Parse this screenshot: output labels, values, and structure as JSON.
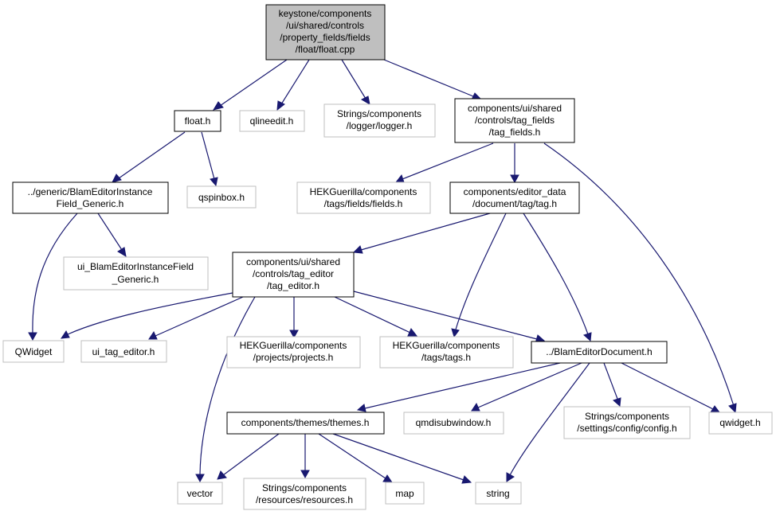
{
  "colors": {
    "edge": "#191970",
    "root_fill": "#bfbfbf",
    "node_border": "#000000",
    "external_border": "#bfbfbf"
  },
  "nodes": {
    "root": [
      "keystone/components",
      "/ui/shared/controls",
      "/property_fields/fields",
      "/float/float.cpp"
    ],
    "float_h": [
      "float.h"
    ],
    "qlineedit_h": [
      "qlineedit.h"
    ],
    "logger_h": [
      "Strings/components",
      "/logger/logger.h"
    ],
    "tag_fields_h": [
      "components/ui/shared",
      "/controls/tag_fields",
      "/tag_fields.h"
    ],
    "field_generic_h": [
      "../generic/BlamEditorInstance",
      "Field_Generic.h"
    ],
    "qspinbox_h": [
      "qspinbox.h"
    ],
    "fields_h": [
      "HEKGuerilla/components",
      "/tags/fields/fields.h"
    ],
    "tag_h": [
      "components/editor_data",
      "/document/tag/tag.h"
    ],
    "ui_field_generic_h": [
      "ui_BlamEditorInstanceField",
      "_Generic.h"
    ],
    "tag_editor_h": [
      "components/ui/shared",
      "/controls/tag_editor",
      "/tag_editor.h"
    ],
    "qwidget_cap": [
      "QWidget"
    ],
    "ui_tag_editor_h": [
      "ui_tag_editor.h"
    ],
    "projects_h": [
      "HEKGuerilla/components",
      "/projects/projects.h"
    ],
    "tags_h": [
      "HEKGuerilla/components",
      "/tags/tags.h"
    ],
    "blam_doc_h": [
      "../BlamEditorDocument.h"
    ],
    "themes_h": [
      "components/themes/themes.h"
    ],
    "qmdisubwindow_h": [
      "qmdisubwindow.h"
    ],
    "config_h": [
      "Strings/components",
      "/settings/config/config.h"
    ],
    "qwidget_h": [
      "qwidget.h"
    ],
    "vector": [
      "vector"
    ],
    "resources_h": [
      "Strings/components",
      "/resources/resources.h"
    ],
    "map": [
      "map"
    ],
    "string": [
      "string"
    ]
  }
}
